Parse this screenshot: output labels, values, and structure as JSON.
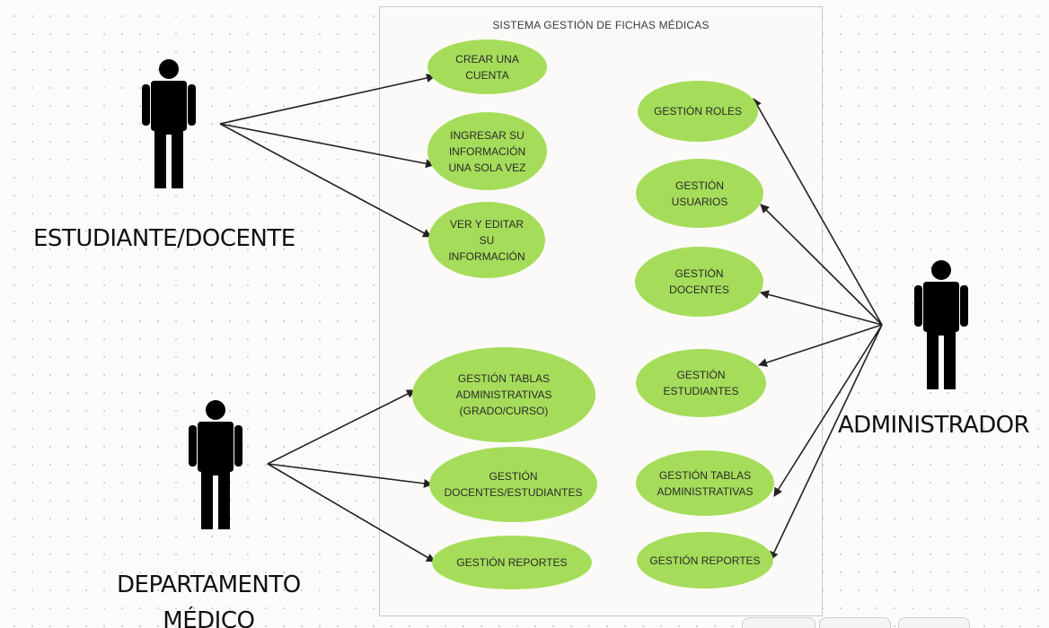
{
  "diagram": {
    "system_title": "SISTEMA GESTIÓN DE FICHAS MÉDICAS",
    "actors": {
      "student": "ESTUDIANTE/DOCENTE",
      "medical_dept": "DEPARTAMENTO\nMÉDICO",
      "admin": "ADMINISTRADOR"
    },
    "use_cases": {
      "crear_cuenta": "CREAR UNA\nCUENTA",
      "ingresar_info": "INGRESAR SU\nINFORMACIÓN\nUNA SOLA VEZ",
      "ver_editar": "VER Y EDITAR\nSU\nINFORMACIÓN",
      "tablas_admin_curso": "GESTIÓN TABLAS\nADMINISTRATIVAS\n(GRADO/CURSO)",
      "docentes_estudiantes": "GESTIÓN\nDOCENTES/ESTUDIANTES",
      "reportes_med": "GESTIÓN REPORTES",
      "roles": "GESTIÓN ROLES",
      "usuarios": "GESTIÓN\nUSUARIOS",
      "docentes": "GESTIÓN\nDOCENTES",
      "estudiantes": "GESTIÓN\nESTUDIANTES",
      "tablas_admin": "GESTIÓN TABLAS\nADMINISTRATIVAS",
      "reportes_admin": "GESTIÓN REPORTES"
    },
    "colors": {
      "usecase_fill": "#a5dd5a",
      "actor": "#000000",
      "arrow": "#222222"
    }
  }
}
